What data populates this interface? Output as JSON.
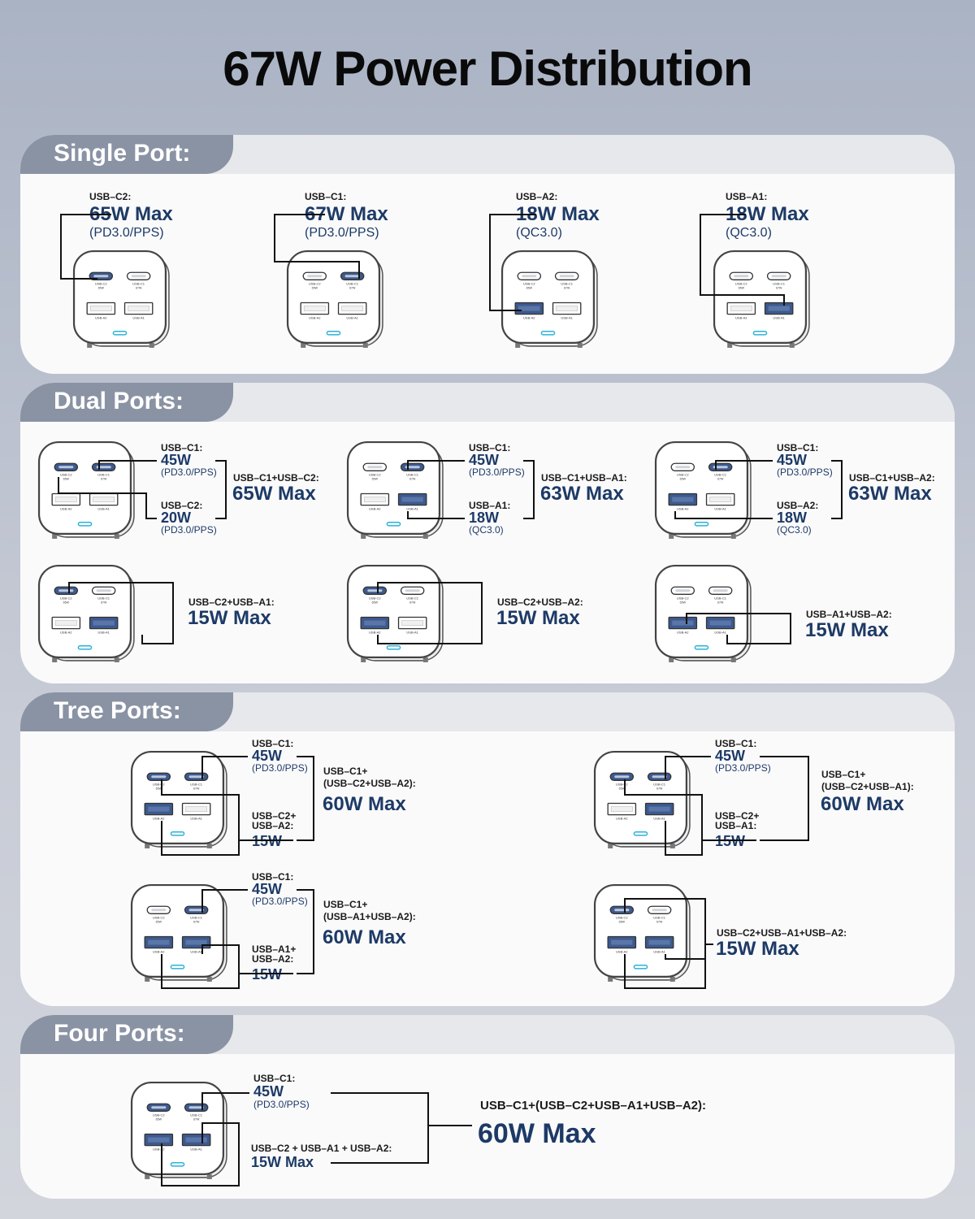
{
  "title": "67W Power Distribution",
  "port_labels": {
    "c2": "USB-C2",
    "c1": "USB-C1",
    "a2": "USB-A2",
    "a1": "USB-A1",
    "c2_watt": "65W",
    "c1_watt": "67W"
  },
  "colors": {
    "highlight_port": "#3d5a8f",
    "accent_text": "#1d3a66",
    "tab": "#8a93a4",
    "indicator": "#2bb3d6"
  },
  "sections": [
    {
      "label": "Single Port:"
    },
    {
      "label": "Dual Ports:"
    },
    {
      "label": "Tree Ports:"
    },
    {
      "label": "Four Ports:"
    }
  ],
  "single": [
    {
      "name": "USB–C2:",
      "max": "65W Max",
      "proto": "(PD3.0/PPS)"
    },
    {
      "name": "USB–C1:",
      "max": "67W Max",
      "proto": "(PD3.0/PPS)"
    },
    {
      "name": "USB–A2:",
      "max": "18W Max",
      "proto": "(QC3.0)"
    },
    {
      "name": "USB–A1:",
      "max": "18W Max",
      "proto": "(QC3.0)"
    }
  ],
  "dual_top": [
    {
      "p1": "USB–C1:",
      "w1": "45W",
      "s1": "(PD3.0/PPS)",
      "p2": "USB–C2:",
      "w2": "20W",
      "s2": "(PD3.0/PPS)",
      "combo": "USB–C1+USB–C2:",
      "max": "65W Max"
    },
    {
      "p1": "USB–C1:",
      "w1": "45W",
      "s1": "(PD3.0/PPS)",
      "p2": "USB–A1:",
      "w2": "18W",
      "s2": "(QC3.0)",
      "combo": "USB–C1+USB–A1:",
      "max": "63W Max"
    },
    {
      "p1": "USB–C1:",
      "w1": "45W",
      "s1": "(PD3.0/PPS)",
      "p2": "USB–A2:",
      "w2": "18W",
      "s2": "(QC3.0)",
      "combo": "USB–C1+USB–A2:",
      "max": "63W Max"
    }
  ],
  "dual_bottom": [
    {
      "combo": "USB–C2+USB–A1:",
      "max": "15W Max"
    },
    {
      "combo": "USB–C2+USB–A2:",
      "max": "15W Max"
    },
    {
      "combo": "USB–A1+USB–A2:",
      "max": "15W Max"
    }
  ],
  "tree": [
    {
      "p1": "USB–C1:",
      "w1": "45W",
      "s1": "(PD3.0/PPS)",
      "p2a": "USB–C2+",
      "p2b": "USB–A2:",
      "w2": "15W",
      "combo_a": "USB–C1+",
      "combo_b": "(USB–C2+USB–A2):",
      "max": "60W Max"
    },
    {
      "p1": "USB–C1:",
      "w1": "45W",
      "s1": "(PD3.0/PPS)",
      "p2a": "USB–C2+",
      "p2b": "USB–A1:",
      "w2": "15W",
      "combo_a": "USB–C1+",
      "combo_b": "(USB–C2+USB–A1):",
      "max": "60W Max"
    },
    {
      "p1": "USB–C1:",
      "w1": "45W",
      "s1": "(PD3.0/PPS)",
      "p2a": "USB–A1+",
      "p2b": "USB–A2:",
      "w2": "15W",
      "combo_a": "USB–C1+",
      "combo_b": "(USB–A1+USB–A2):",
      "max": "60W Max"
    },
    {
      "combo": "USB–C2+USB–A1+USB–A2:",
      "max": "15W Max"
    }
  ],
  "four": {
    "p1": "USB–C1:",
    "w1": "45W",
    "s1": "(PD3.0/PPS)",
    "p2": "USB–C2 + USB–A1 + USB–A2:",
    "w2": "15W Max",
    "combo": "USB–C1+(USB–C2+USB–A1+USB–A2):",
    "max": "60W Max"
  }
}
